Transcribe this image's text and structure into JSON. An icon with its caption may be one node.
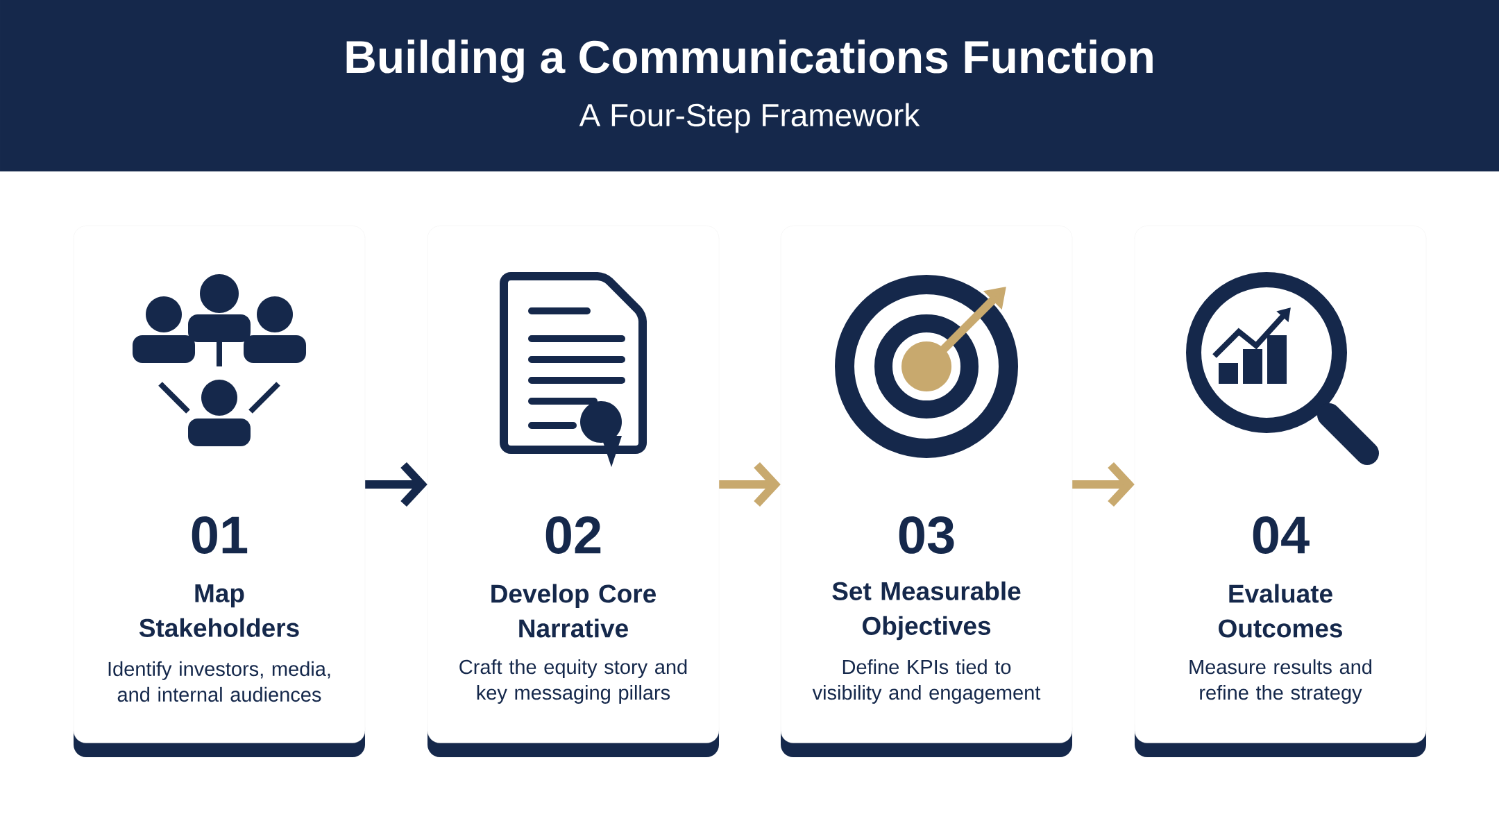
{
  "diagram": {
    "title": "Building a Communications Function",
    "caption": "A Four-Step Framework",
    "nodes": [
      {
        "text": [
          "01",
          "Map Stakeholders",
          "Identify investors, media, and internal audiences"
        ]
      },
      {
        "text": [
          "02",
          "Develop Core Narrative",
          "Craft the equity story and key messaging pillars"
        ]
      },
      {
        "text": [
          "03",
          "Set Measurable Objectives",
          "Define KPIs tied to visibility and engagement"
        ]
      },
      {
        "text": [
          "04",
          "Evaluate Outcomes",
          "Measure results and refine the strategy"
        ]
      }
    ],
    "edges": [
      {
        "from": 0,
        "to": 1,
        "arrow": "to",
        "color": "#15284b"
      },
      {
        "from": 1,
        "to": 2,
        "arrow": "to"
      },
      {
        "from": 2,
        "to": 3,
        "arrow": "to"
      }
    ]
  }
}
